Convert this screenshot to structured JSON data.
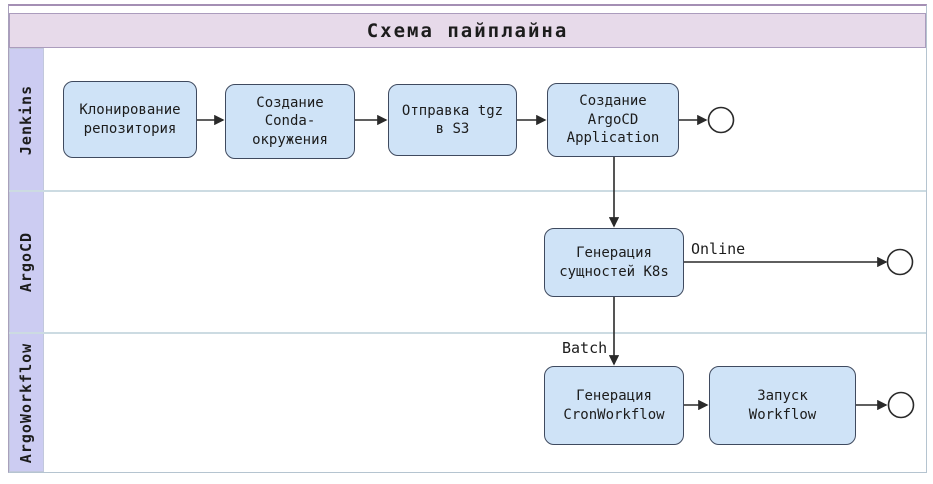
{
  "title": "Схема пайплайна",
  "lanes": [
    {
      "id": "jenkins",
      "label": "Jenkins"
    },
    {
      "id": "argocd",
      "label": "ArgoCD"
    },
    {
      "id": "argoworkflow",
      "label": "ArgoWorkflow"
    }
  ],
  "nodes": {
    "clone_repo": {
      "lane": "jenkins",
      "label": "Клонирование\nрепозитория"
    },
    "create_conda": {
      "lane": "jenkins",
      "label": "Создание\nConda-\nокружения"
    },
    "send_tgz": {
      "lane": "jenkins",
      "label": "Отправка tgz\nв S3"
    },
    "create_argocd_app": {
      "lane": "jenkins",
      "label": "Создание\nArgoCD\nApplication"
    },
    "generate_k8s": {
      "lane": "argocd",
      "label": "Генерация\nсущностей K8s"
    },
    "generate_cronworkflow": {
      "lane": "argoworkflow",
      "label": "Генерация\nCronWorkflow"
    },
    "run_workflow": {
      "lane": "argoworkflow",
      "label": "Запуск\nWorkflow"
    }
  },
  "end_events": [
    {
      "id": "end_jenkins",
      "lane": "jenkins"
    },
    {
      "id": "end_argocd",
      "lane": "argocd"
    },
    {
      "id": "end_argoworkflow",
      "lane": "argoworkflow"
    }
  ],
  "edges": [
    {
      "from": "clone_repo",
      "to": "create_conda",
      "label": ""
    },
    {
      "from": "create_conda",
      "to": "send_tgz",
      "label": ""
    },
    {
      "from": "send_tgz",
      "to": "create_argocd_app",
      "label": ""
    },
    {
      "from": "create_argocd_app",
      "to": "end_jenkins",
      "label": ""
    },
    {
      "from": "create_argocd_app",
      "to": "generate_k8s",
      "label": ""
    },
    {
      "from": "generate_k8s",
      "to": "end_argocd",
      "label": "Online"
    },
    {
      "from": "generate_k8s",
      "to": "generate_cronworkflow",
      "label": "Batch"
    },
    {
      "from": "generate_cronworkflow",
      "to": "run_workflow",
      "label": ""
    },
    {
      "from": "run_workflow",
      "to": "end_argoworkflow",
      "label": ""
    }
  ],
  "colors": {
    "title_bg": "#e7daea",
    "lane_label_bg": "#ccccf2",
    "node_fill": "#cfe3f7",
    "node_border": "#3f4a5f",
    "frame_border": "#a48fb4",
    "lane_divider": "#ccdbe2",
    "arrow": "#2a2a2a",
    "end_event_fill": "#ffffff"
  }
}
